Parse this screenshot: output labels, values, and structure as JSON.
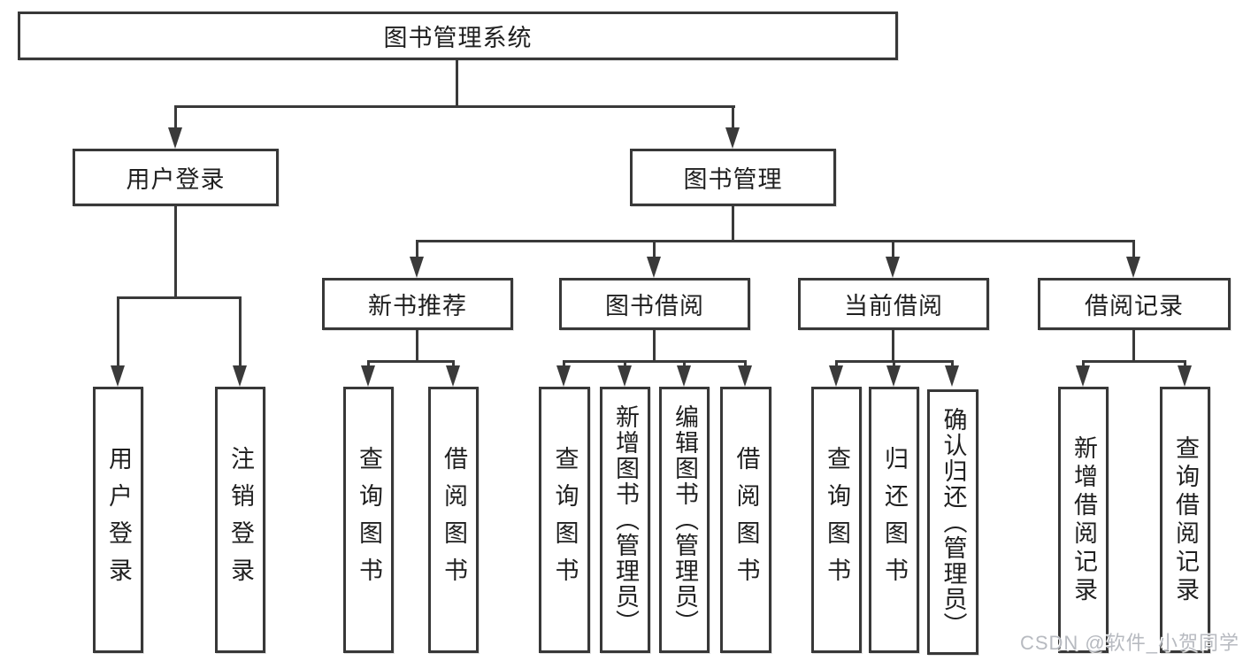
{
  "colors": {
    "line": "#3a3a3a",
    "box_border": "#383838",
    "text": "#1f1f1f",
    "watermark": "#b7bac0",
    "background": "#ffffff"
  },
  "tree": {
    "label": "图书管理系统",
    "children": [
      {
        "label": "用户登录",
        "children": [
          {
            "label": "用户登录"
          },
          {
            "label": "注销登录"
          }
        ]
      },
      {
        "label": "图书管理",
        "children": [
          {
            "label": "新书推荐",
            "children": [
              {
                "label": "查询图书"
              },
              {
                "label": "借阅图书"
              }
            ]
          },
          {
            "label": "图书借阅",
            "children": [
              {
                "label": "查询图书"
              },
              {
                "label": "新增图书（管理员）"
              },
              {
                "label": "编辑图书（管理员）"
              },
              {
                "label": "借阅图书"
              }
            ]
          },
          {
            "label": "当前借阅",
            "children": [
              {
                "label": "查询图书"
              },
              {
                "label": "归还图书"
              },
              {
                "label": "确认归还（管理员）"
              }
            ]
          },
          {
            "label": "借阅记录",
            "children": [
              {
                "label": "新增借阅记录"
              },
              {
                "label": "查询借阅记录"
              }
            ]
          }
        ]
      }
    ]
  },
  "watermark": {
    "text": "CSDN @软件_小贺同学"
  }
}
